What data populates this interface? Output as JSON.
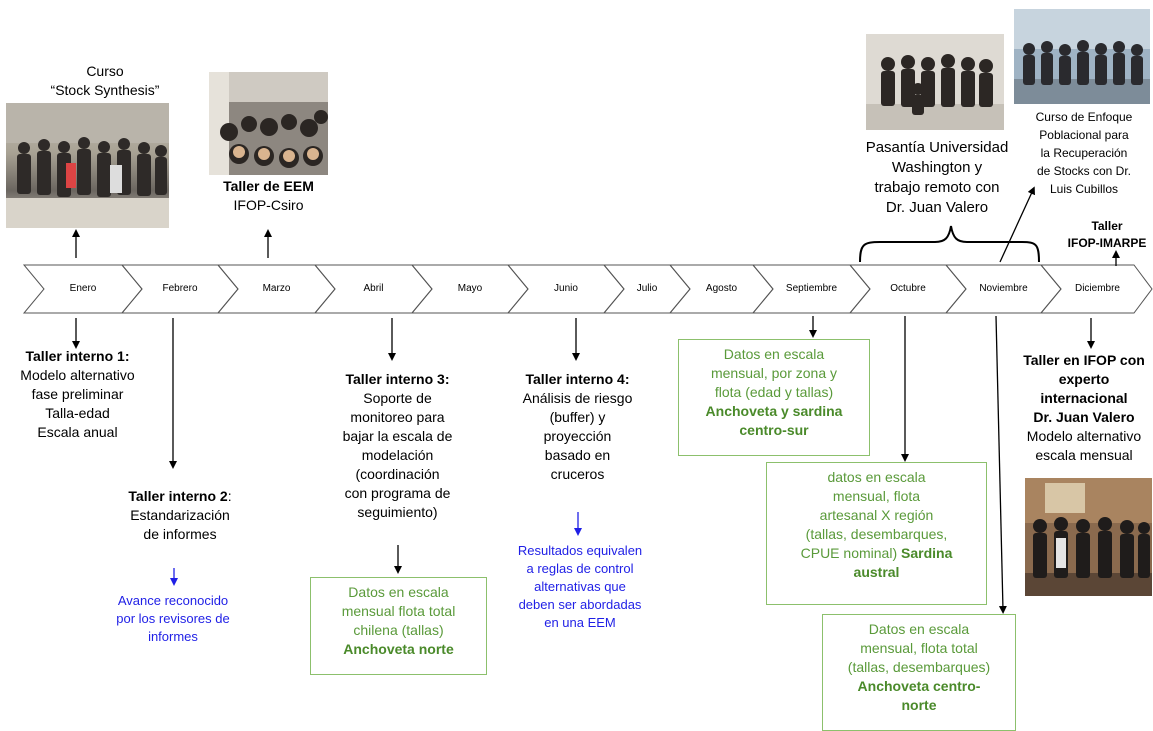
{
  "months": [
    "Enero",
    "Febrero",
    "Marzo",
    "Abril",
    "Mayo",
    "Junio",
    "Julio",
    "Agosto",
    "Septiembre",
    "Octubre",
    "Noviembre",
    "Diciembre"
  ],
  "top": {
    "curso_ss_line1": "Curso",
    "curso_ss_line2": "“Stock Synthesis”",
    "eem_title": "Taller de EEM",
    "eem_sub": "IFOP-Csiro",
    "pasantia": [
      "Pasantía Universidad",
      "Washington y",
      "trabajo remoto con",
      "Dr. Juan Valero"
    ],
    "curso_ep": [
      "Curso de Enfoque",
      "Poblacional para",
      "la Recuperación",
      "de Stocks con Dr.",
      "Luis Cubillos"
    ],
    "imarpe_1": "Taller",
    "imarpe_2": "IFOP-IMARPE"
  },
  "bottom": {
    "ti1_title": "Taller interno 1:",
    "ti1_lines": [
      "Modelo alternativo",
      "fase preliminar",
      "Talla-edad",
      "Escala anual"
    ],
    "ti2_title": "Taller interno 2",
    "ti2_colon": ":",
    "ti2_lines": [
      "Estandarización",
      "de informes"
    ],
    "ti2_result": [
      "Avance reconocido",
      "por los revisores de",
      "informes"
    ],
    "ti3_title": "Taller interno 3:",
    "ti3_lines": [
      "Soporte de",
      "monitoreo para",
      "bajar la escala de",
      "modelación",
      "(coordinación",
      "con programa de",
      "seguimiento)"
    ],
    "ti3_box": [
      "Datos en escala",
      "mensual flota total",
      "chilena (tallas)"
    ],
    "ti3_box_bold": "Anchoveta norte",
    "ti4_title": "Taller interno 4:",
    "ti4_lines": [
      "Análisis de riesgo",
      "(buffer) y",
      "proyección",
      "basado en",
      "cruceros"
    ],
    "ti4_result": [
      "Resultados equivalen",
      "a reglas de control",
      "alternativas que",
      "deben ser abordadas",
      "en una EEM"
    ],
    "sep_box": [
      "Datos en escala",
      "mensual, por zona y",
      "flota (edad y tallas)"
    ],
    "sep_box_bold": [
      "Anchoveta y sardina",
      "centro-sur"
    ],
    "oct_box": [
      "datos en escala",
      "mensual, flota",
      "artesanal X región",
      "(tallas, desembarques,"
    ],
    "oct_box_last": "CPUE nominal)",
    "oct_box_bold1": "Sardina",
    "oct_box_bold2": "austral",
    "nov_box": [
      "Datos en escala",
      "mensual, flota total",
      "(tallas, desembarques)"
    ],
    "nov_box_bold": [
      "Anchoveta centro-",
      "norte"
    ],
    "dic_title": [
      "Taller en IFOP con",
      "experto",
      "internacional",
      "Dr. Juan Valero"
    ],
    "dic_lines": [
      "Modelo alternativo",
      "escala mensual"
    ]
  },
  "colors": {
    "green_border": "#8cc06c",
    "green_text": "#5a9a3a",
    "blue_text": "#1f1fe6"
  }
}
